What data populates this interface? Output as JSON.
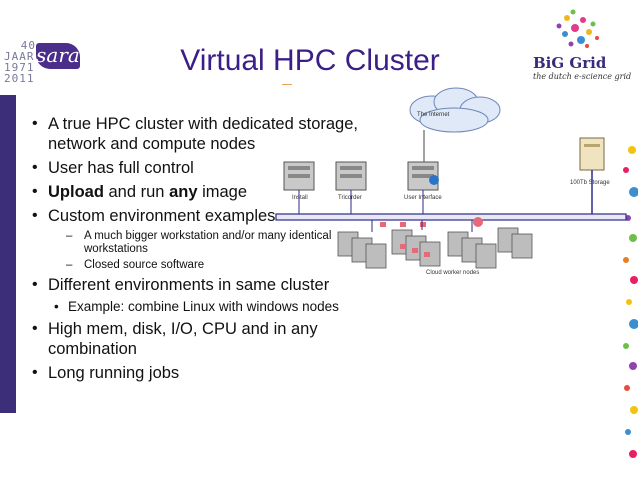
{
  "slide": {
    "title": "Virtual HPC Cluster",
    "logo_left": {
      "years_lines": [
        "40",
        "JAAR",
        "1971",
        "2011"
      ],
      "brand": "sara"
    },
    "logo_right": {
      "brand": "BiG Grid",
      "tagline": "the dutch e-science grid"
    }
  },
  "bullets": [
    {
      "text": "A true HPC cluster with dedicated storage, network and compute nodes"
    },
    {
      "text": "User has full control"
    },
    {
      "parts": [
        {
          "t": "Upload",
          "bold": true
        },
        {
          "t": " and run ",
          "bold": false
        },
        {
          "t": "any",
          "bold": true
        },
        {
          "t": " image",
          "bold": false
        }
      ]
    },
    {
      "text": "Custom environment examples"
    },
    {
      "sub": "A much bigger workstation and/or many identical workstations"
    },
    {
      "sub": "Closed source software"
    },
    {
      "text": "Different environments in same cluster"
    },
    {
      "sub2": "Example: combine Linux with windows nodes"
    },
    {
      "text": "High mem, disk, I/O, CPU and in any combination"
    },
    {
      "text": "Long running jobs"
    }
  ],
  "diagram": {
    "cloud_label": "The Internet",
    "storage_label": "100Tb Storage",
    "install_label": "Install",
    "tricorder_label": "Tricorder",
    "user_interface_label": "User Interface",
    "cloud_nodes_label": "Cloud worker nodes"
  },
  "colors": {
    "title": "#3b1e88",
    "left_bar": "#3d2e7a",
    "network": "#2d2a8c"
  }
}
